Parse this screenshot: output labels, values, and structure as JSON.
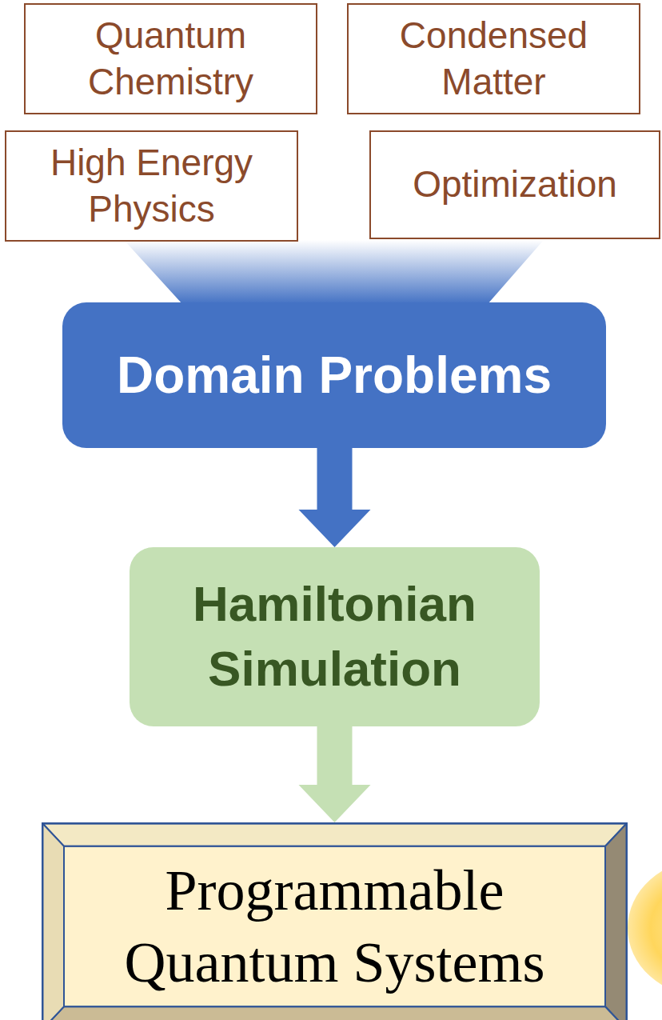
{
  "diagram": {
    "nodes": [
      {
        "text": [
          "Quantum Chemistry"
        ]
      },
      {
        "text": [
          "Condensed Matter"
        ]
      },
      {
        "text": [
          "High Energy Physics"
        ]
      },
      {
        "text": [
          "Optimization"
        ]
      },
      {
        "text": [
          "Domain Problems"
        ]
      },
      {
        "text": [
          "Hamiltonian Simulation"
        ]
      },
      {
        "text": [
          "Programmable Quantum Systems"
        ]
      }
    ],
    "edges": [
      {
        "from": 4,
        "to": 5,
        "arrow": "to"
      },
      {
        "from": 5,
        "to": 6,
        "arrow": "to"
      }
    ]
  }
}
